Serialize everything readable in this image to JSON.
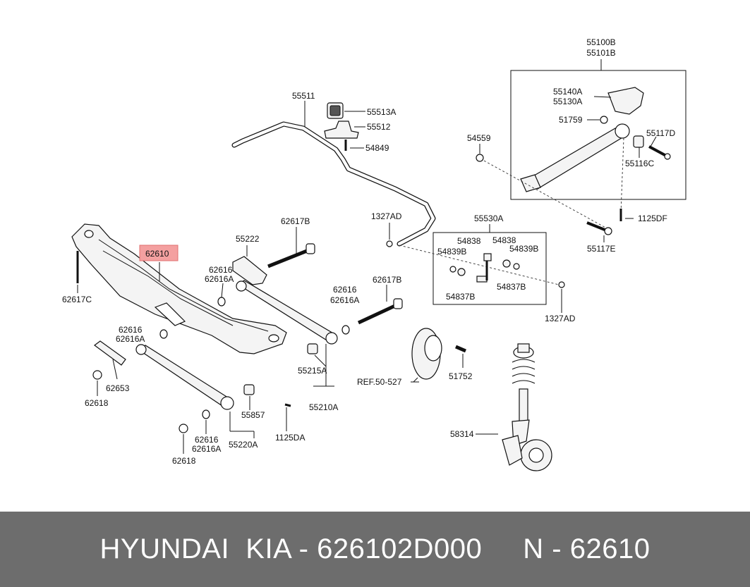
{
  "diagram": {
    "callouts": {
      "c55100B": "55100B",
      "c55101B": "55101B",
      "c55140A": "55140A",
      "c55130A": "55130A",
      "c51759": "51759",
      "c55117D": "55117D",
      "c55116C": "55116C",
      "c54559": "54559",
      "c1125DF": "1125DF",
      "c55117E": "55117E",
      "c55511": "55511",
      "c55513A": "55513A",
      "c55512": "55512",
      "c54849": "54849",
      "c1327AD_top": "1327AD",
      "c55530A": "55530A",
      "c54838_left": "54838",
      "c54838_right": "54838",
      "c54839B_left": "54839B",
      "c54839B_right": "54839B",
      "c54837B_left": "54837B",
      "c54837B_right": "54837B",
      "c1327AD_bottom": "1327AD",
      "c62610": "62610",
      "c62617C": "62617C",
      "c55222": "55222",
      "c62617B_top": "62617B",
      "c62616_a": "62616",
      "c62616A_a": "62616A",
      "c62616_b": "62616",
      "c62616A_b": "62616A",
      "c62617B_mid": "62617B",
      "c62616_c": "62616",
      "c62616A_c": "62616A",
      "c62653": "62653",
      "c62618_left": "62618",
      "c55215A": "55215A",
      "c55210A": "55210A",
      "c55857": "55857",
      "c1125DA": "1125DA",
      "c62616_d": "62616",
      "c62616A_d": "62616A",
      "c55220A": "55220A",
      "c62618_bottom": "62618",
      "cREF": "REF.50-527",
      "c51752": "51752",
      "c58314": "58314"
    },
    "highlight_color": "#f4a0a0"
  },
  "footer": {
    "text": "HYUNDAI  KIA - 626102D000     N - 62610",
    "background": "#6d6d6d"
  }
}
